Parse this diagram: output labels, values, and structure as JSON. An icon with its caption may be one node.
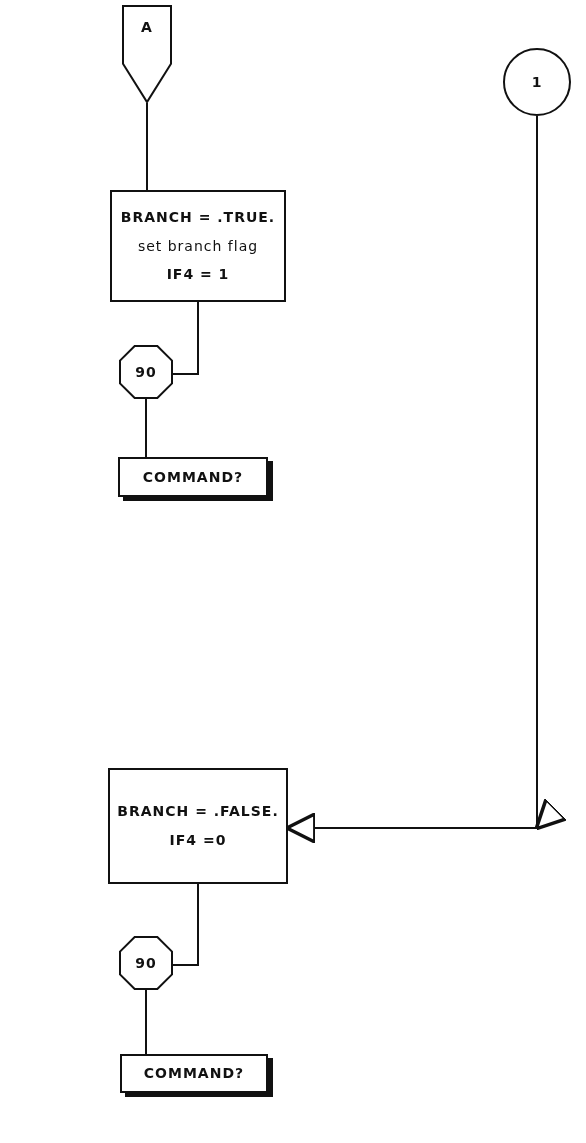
{
  "diagram": {
    "nodes": [
      {
        "text": [
          "A"
        ]
      },
      {
        "text": [
          "1"
        ]
      },
      {
        "text": [
          "BRANCH = .TRUE.",
          "set branch flag",
          "IF4 = 1"
        ]
      },
      {
        "text": [
          "90"
        ]
      },
      {
        "text": [
          "COMMAND?"
        ]
      },
      {
        "text": [
          "BRANCH = .FALSE.",
          "IF4 =0"
        ]
      },
      {
        "text": [
          "90"
        ]
      },
      {
        "text": [
          "COMMAND?"
        ]
      }
    ],
    "edges": [
      {
        "from": 0,
        "to": 2,
        "arrow": "none"
      },
      {
        "from": 2,
        "to": 3,
        "arrow": "none"
      },
      {
        "from": 3,
        "to": 4,
        "arrow": "none"
      },
      {
        "from": 1,
        "to": 5,
        "arrow": "to"
      },
      {
        "from": 5,
        "to": 6,
        "arrow": "none"
      },
      {
        "from": 6,
        "to": 7,
        "arrow": "none"
      }
    ]
  }
}
